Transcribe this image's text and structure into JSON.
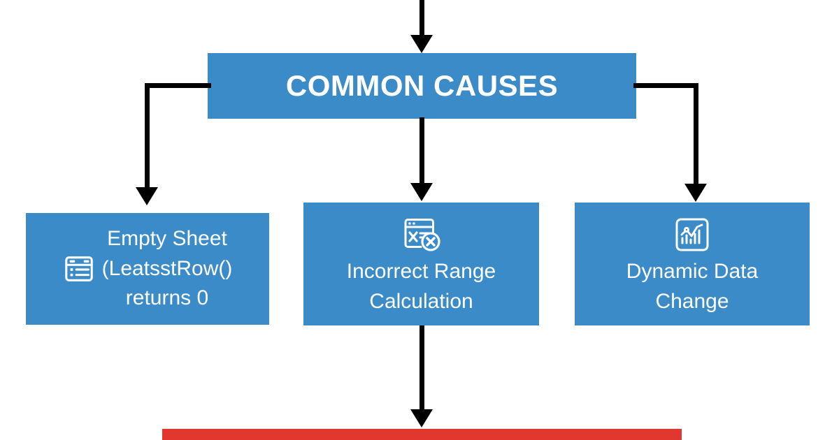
{
  "diagram": {
    "title": "COMMON CAUSES",
    "header": {
      "label": "COMMON CAUSES",
      "color": "#3a8bc8",
      "text_color": "#ffffff"
    },
    "nodes": [
      {
        "id": "empty-sheet",
        "label": "Empty Sheet\n(LeatsstRow()\nreturns 0",
        "icon": "spreadsheet-list-icon",
        "color": "#3a8bc8"
      },
      {
        "id": "incorrect-range",
        "label": "Incorrect Range\nCalculation",
        "icon": "spreadsheet-error-icon",
        "color": "#3a8bc8"
      },
      {
        "id": "dynamic-data",
        "label": "Dynamic Data\nChange",
        "icon": "bar-line-chart-icon",
        "color": "#3a8bc8"
      }
    ],
    "banner": {
      "color": "#e0382f"
    },
    "connector_color": "#000000"
  }
}
